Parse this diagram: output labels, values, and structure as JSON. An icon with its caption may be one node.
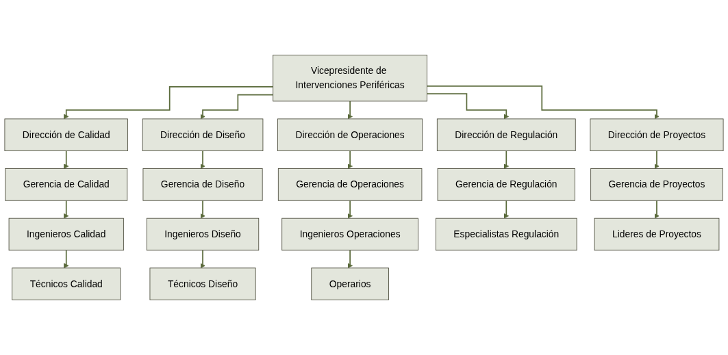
{
  "diagram": {
    "nodes": [
      {
        "text": [
          "Vicepresidente de Intervenciones Periféricas"
        ]
      },
      {
        "text": [
          "Dirección de Calidad"
        ]
      },
      {
        "text": [
          "Dirección de Diseño"
        ]
      },
      {
        "text": [
          "Dirección de Operaciones"
        ]
      },
      {
        "text": [
          "Dirección de Regulación"
        ]
      },
      {
        "text": [
          "Dirección de Proyectos"
        ]
      },
      {
        "text": [
          "Gerencia de Calidad"
        ]
      },
      {
        "text": [
          "Gerencia de Diseño"
        ]
      },
      {
        "text": [
          "Gerencia de Operaciones"
        ]
      },
      {
        "text": [
          "Gerencia de Regulación"
        ]
      },
      {
        "text": [
          "Gerencia de Proyectos"
        ]
      },
      {
        "text": [
          "Ingenieros Calidad"
        ]
      },
      {
        "text": [
          "Ingenieros Diseño"
        ]
      },
      {
        "text": [
          "Ingenieros Operaciones"
        ]
      },
      {
        "text": [
          "Especialistas Regulación"
        ]
      },
      {
        "text": [
          "Lideres de Proyectos"
        ]
      },
      {
        "text": [
          "Técnicos Calidad"
        ]
      },
      {
        "text": [
          "Técnicos Diseño"
        ]
      },
      {
        "text": [
          "Operarios"
        ]
      }
    ],
    "edges": [
      {
        "from": 0,
        "to": 1,
        "arrow": "to"
      },
      {
        "from": 0,
        "to": 2,
        "arrow": "to"
      },
      {
        "from": 0,
        "to": 3,
        "arrow": "to"
      },
      {
        "from": 0,
        "to": 4,
        "arrow": "to"
      },
      {
        "from": 0,
        "to": 5,
        "arrow": "to"
      },
      {
        "from": 1,
        "to": 6,
        "arrow": "to"
      },
      {
        "from": 2,
        "to": 7,
        "arrow": "to"
      },
      {
        "from": 3,
        "to": 8,
        "arrow": "to"
      },
      {
        "from": 4,
        "to": 9,
        "arrow": "to"
      },
      {
        "from": 5,
        "to": 10,
        "arrow": "to"
      },
      {
        "from": 6,
        "to": 11,
        "arrow": "to"
      },
      {
        "from": 7,
        "to": 12,
        "arrow": "to"
      },
      {
        "from": 8,
        "to": 13,
        "arrow": "to"
      },
      {
        "from": 9,
        "to": 14,
        "arrow": "to"
      },
      {
        "from": 10,
        "to": 15,
        "arrow": "to"
      },
      {
        "from": 11,
        "to": 16,
        "arrow": "to"
      },
      {
        "from": 12,
        "to": 17,
        "arrow": "to"
      },
      {
        "from": 13,
        "to": 18,
        "arrow": "to"
      }
    ]
  }
}
